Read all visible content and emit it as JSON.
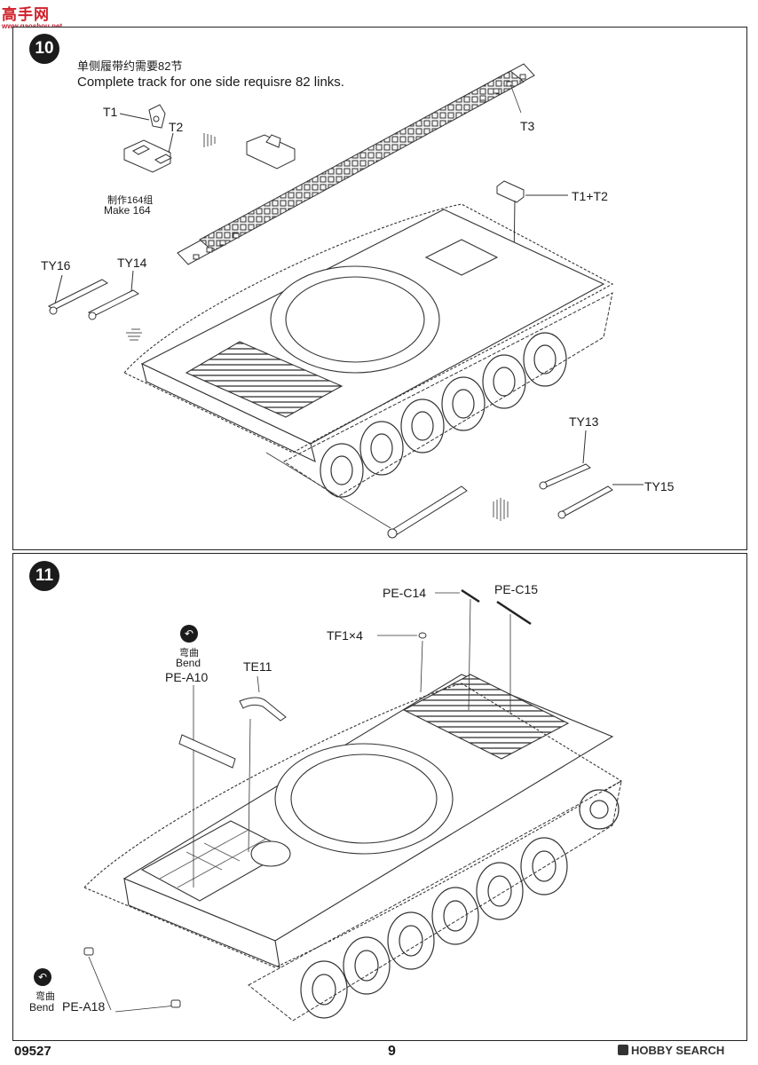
{
  "watermark": {
    "site": "高手网",
    "sub": "www.gaoshou.net"
  },
  "step10": {
    "number": "10",
    "note_cn": "单侧履带约需要82节",
    "note_en": "Complete track for one side requisre 82 links.",
    "make_cn": "制作164组",
    "make_en": "Make 164",
    "parts": {
      "t1": "T1",
      "t2": "T2",
      "t3": "T3",
      "t1t2": "T1+T2",
      "ty16": "TY16",
      "ty14": "TY14",
      "ty13": "TY13",
      "ty15": "TY15"
    }
  },
  "step11": {
    "number": "11",
    "parts": {
      "pe_c14": "PE-C14",
      "pe_c15": "PE-C15",
      "tf1": "TF1×4",
      "te11": "TE11",
      "pe_a10": "PE-A10",
      "pe_a18": "PE-A18"
    },
    "bend_cn": "弯曲",
    "bend_en": "Bend"
  },
  "footer": {
    "code": "09527",
    "page": "9",
    "hobby": "HOBBY SEARCH"
  }
}
